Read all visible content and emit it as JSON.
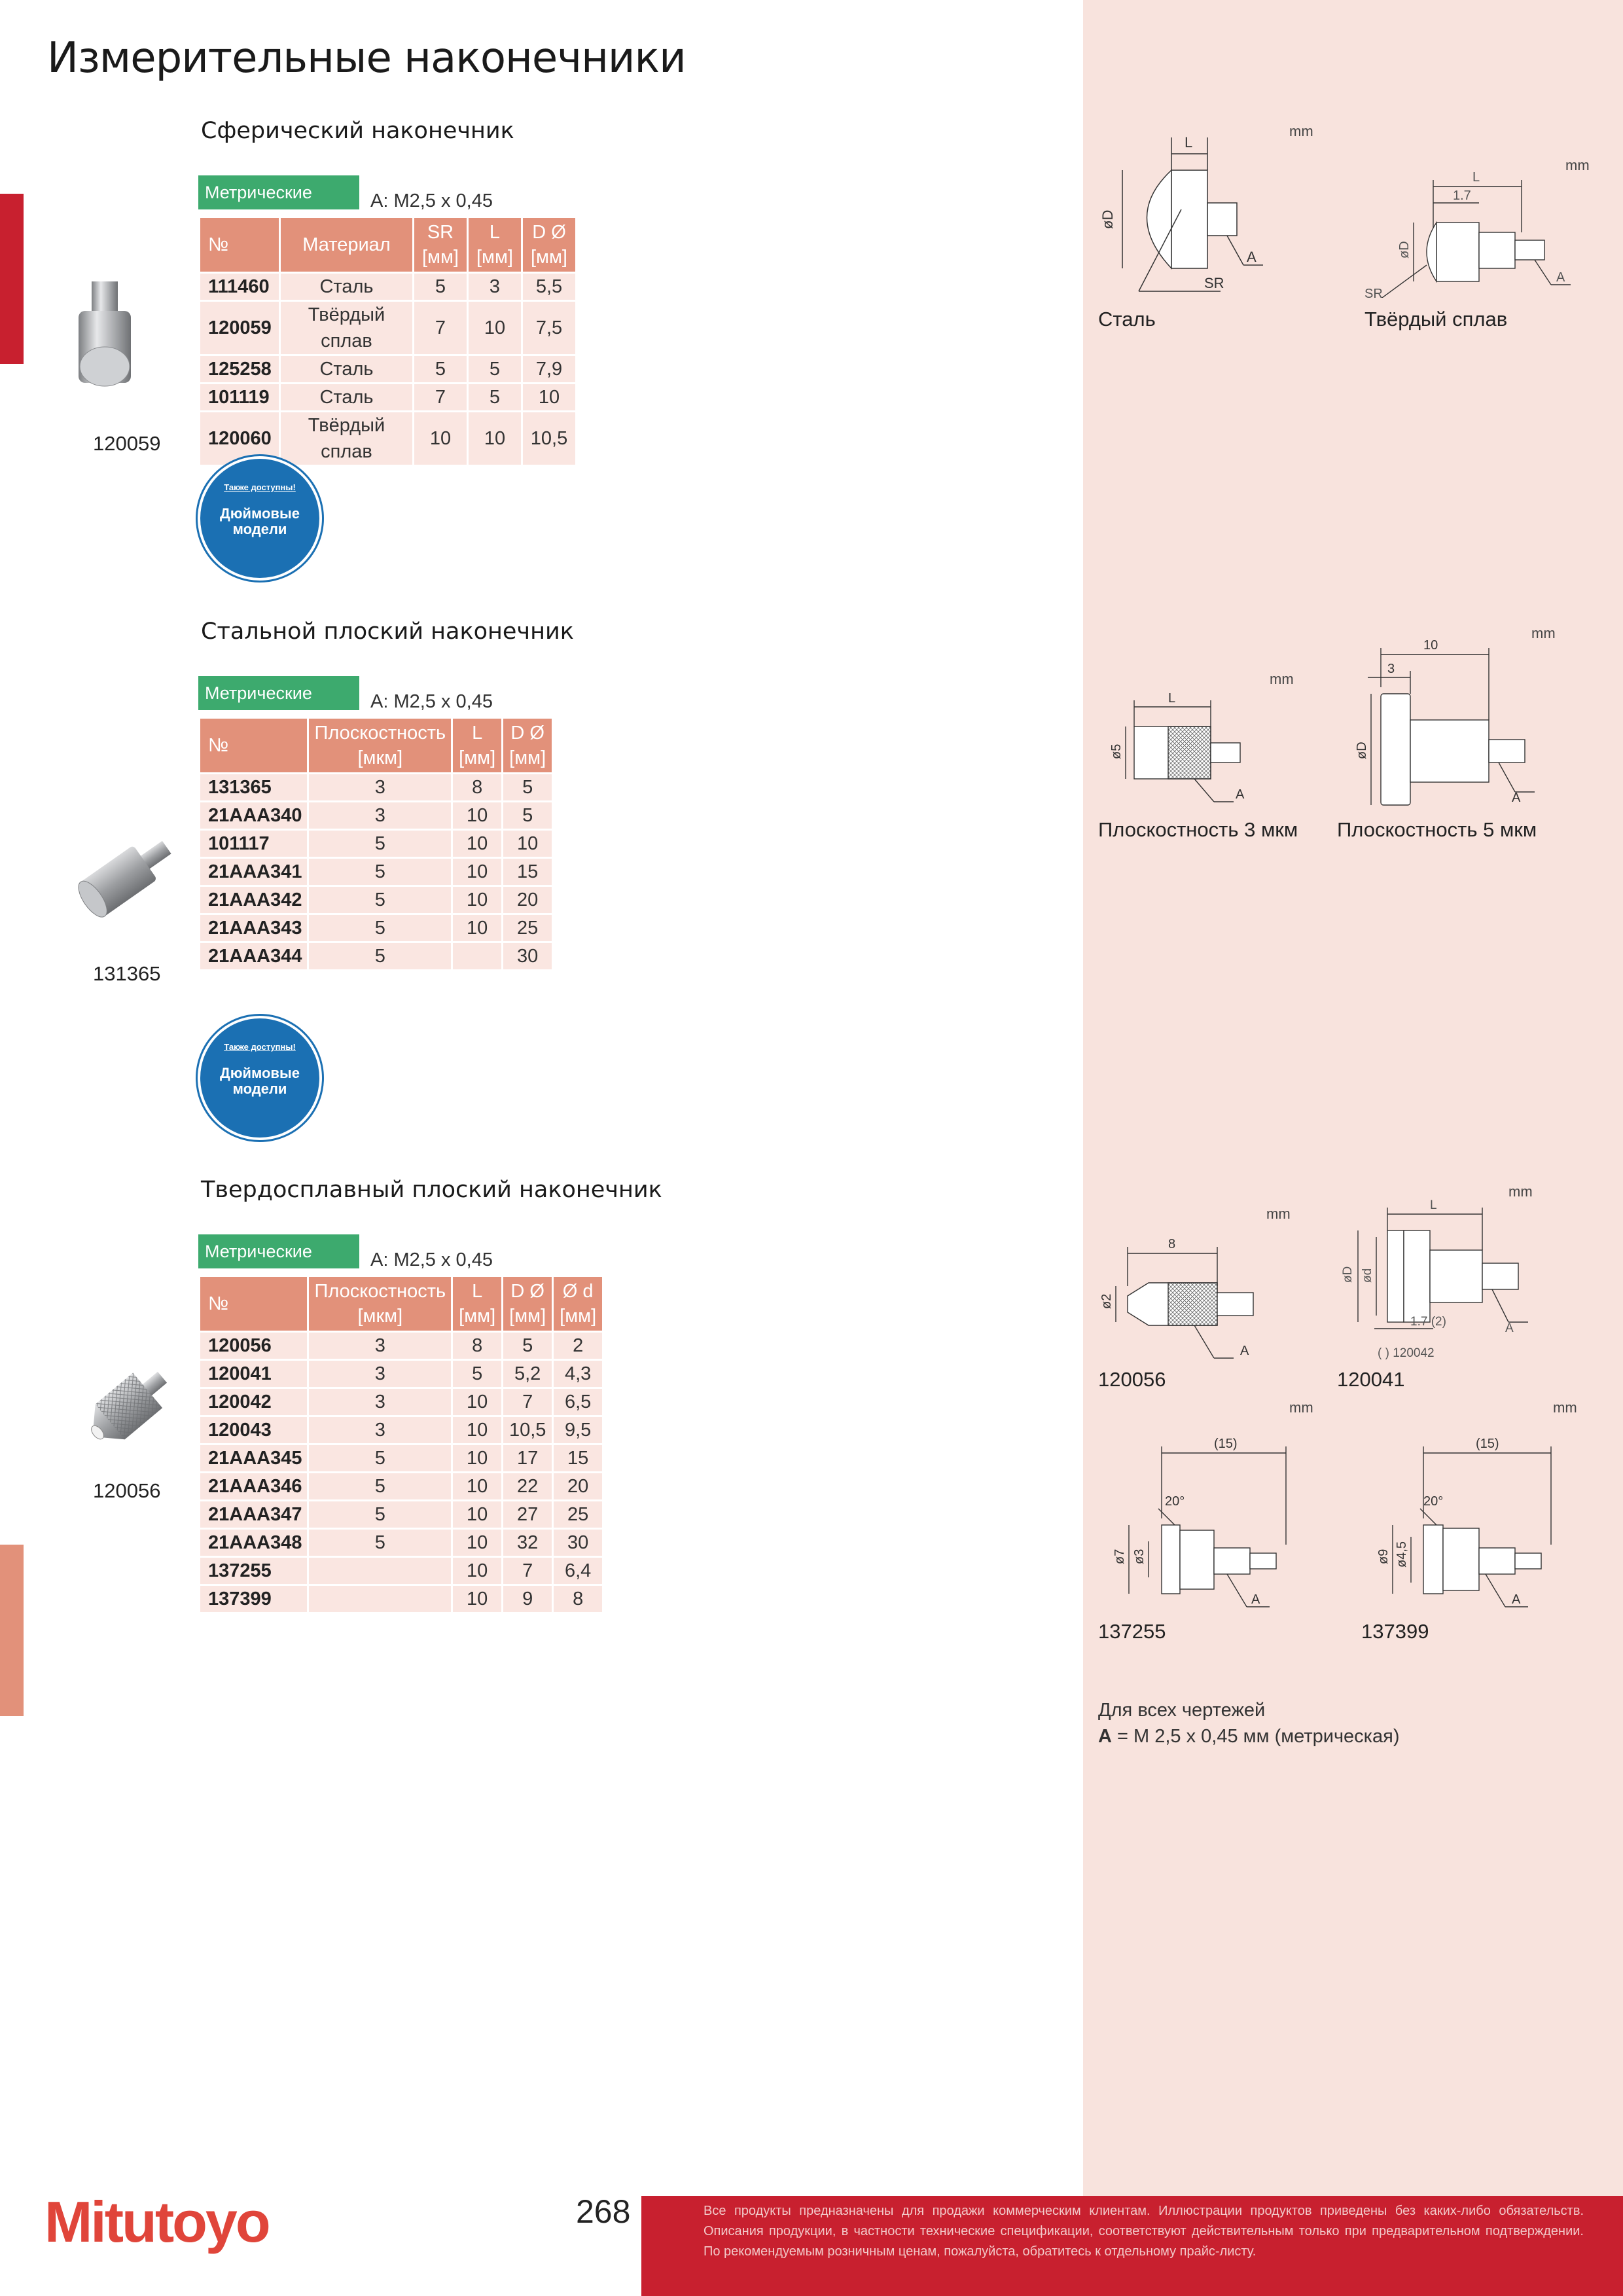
{
  "page": {
    "title": "Измерительные наконечники",
    "page_number": "268",
    "brand": "Mitutoyo",
    "footer_text": "Все продукты предназначены для продажи коммерческим клиентам. Иллюстрации продуктов приведены без каких-либо обязательств. Описания продукции, в частности технические спецификации, соответствуют действительным только при предварительном подтверждении. По рекомендуемым розничным ценам, пожалуйста, обратитесь к отдельному прайс-листу."
  },
  "inch_badge": {
    "small": "Также доступны!",
    "big": "Дюймовые модели"
  },
  "sections": [
    {
      "title": "Сферический наконечник",
      "badge": "Метрические",
      "thread": "A: M2,5 x 0,45",
      "image_caption": "120059",
      "headers": [
        [
          "№"
        ],
        [
          "Материал"
        ],
        [
          "SR",
          "[мм]"
        ],
        [
          "L",
          "[мм]"
        ],
        [
          "D Ø",
          "[мм]"
        ]
      ],
      "rows": [
        [
          "111460",
          "Сталь",
          "5",
          "3",
          "5,5"
        ],
        [
          "120059",
          "Твёрдый сплав",
          "7",
          "10",
          "7,5"
        ],
        [
          "125258",
          "Сталь",
          "5",
          "5",
          "7,9"
        ],
        [
          "101119",
          "Сталь",
          "7",
          "5",
          "10"
        ],
        [
          "120060",
          "Твёрдый сплав",
          "10",
          "10",
          "10,5"
        ]
      ]
    },
    {
      "title": "Стальной плоский наконечник",
      "badge": "Метрические",
      "thread": "A: M2,5 x 0,45",
      "image_caption": "131365",
      "headers": [
        [
          "№"
        ],
        [
          "Плоскостность",
          "[мкм]"
        ],
        [
          "L",
          "[мм]"
        ],
        [
          "D Ø",
          "[мм]"
        ]
      ],
      "rows": [
        [
          "131365",
          "3",
          "8",
          "5"
        ],
        [
          "21AAA340",
          "3",
          "10",
          "5"
        ],
        [
          "101117",
          "5",
          "10",
          "10"
        ],
        [
          "21AAA341",
          "5",
          "10",
          "15"
        ],
        [
          "21AAA342",
          "5",
          "10",
          "20"
        ],
        [
          "21AAA343",
          "5",
          "10",
          "25"
        ],
        [
          "21AAA344",
          "5",
          "",
          "30"
        ]
      ]
    },
    {
      "title": "Твердосплавный плоский наконечник",
      "badge": "Метрические",
      "thread": "A: M2,5 x 0,45",
      "image_caption": "120056",
      "headers": [
        [
          "№"
        ],
        [
          "Плоскостность",
          "[мкм]"
        ],
        [
          "L",
          "[мм]"
        ],
        [
          "D Ø",
          "[мм]"
        ],
        [
          "Ø d",
          "[мм]"
        ]
      ],
      "rows": [
        [
          "120056",
          "3",
          "8",
          "5",
          "2"
        ],
        [
          "120041",
          "3",
          "5",
          "5,2",
          "4,3"
        ],
        [
          "120042",
          "3",
          "10",
          "7",
          "6,5"
        ],
        [
          "120043",
          "3",
          "10",
          "10,5",
          "9,5"
        ],
        [
          "21AAA345",
          "5",
          "10",
          "17",
          "15"
        ],
        [
          "21AAA346",
          "5",
          "10",
          "22",
          "20"
        ],
        [
          "21AAA347",
          "5",
          "10",
          "27",
          "25"
        ],
        [
          "21AAA348",
          "5",
          "10",
          "32",
          "30"
        ],
        [
          "137255",
          "",
          "10",
          "7",
          "6,4"
        ],
        [
          "137399",
          "",
          "10",
          "9",
          "8"
        ]
      ]
    }
  ],
  "drawings": {
    "unit": "mm",
    "d1": {
      "caption": "Сталь",
      "L": "L",
      "D": "øD",
      "SR": "SR",
      "A": "A"
    },
    "d2": {
      "caption": "Твёрдый сплав",
      "L": "L",
      "dim": "1.7",
      "D": "øD",
      "SR": "SR",
      "A": "A"
    },
    "d3": {
      "caption": "Плоскостность 3 мкм",
      "L": "L",
      "D": "ø5",
      "A": "A"
    },
    "d4": {
      "caption": "Плоскостность 5 мкм",
      "dim1": "10",
      "dim2": "3",
      "D": "øD",
      "A": "A"
    },
    "d5": {
      "caption": "120056",
      "dim": "8",
      "d": "ø2",
      "A": "A"
    },
    "d6": {
      "caption": "120041",
      "L": "L",
      "D": "øD",
      "d": "ød",
      "dim": "1.7 (2)",
      "note": "(  ) 120042",
      "A": "A"
    },
    "d7": {
      "caption": "137255",
      "dim": "(15)",
      "angle": "20°",
      "D": "ø7",
      "d": "ø3",
      "A": "A"
    },
    "d8": {
      "caption": "137399",
      "dim": "(15)",
      "angle": "20°",
      "D": "ø9",
      "d": "ø4,5",
      "A": "A"
    }
  },
  "note": {
    "line1": "Для всех чертежей",
    "a_label": "A",
    "line2": " = M 2,5 x 0,45 мм (метрическая)"
  }
}
